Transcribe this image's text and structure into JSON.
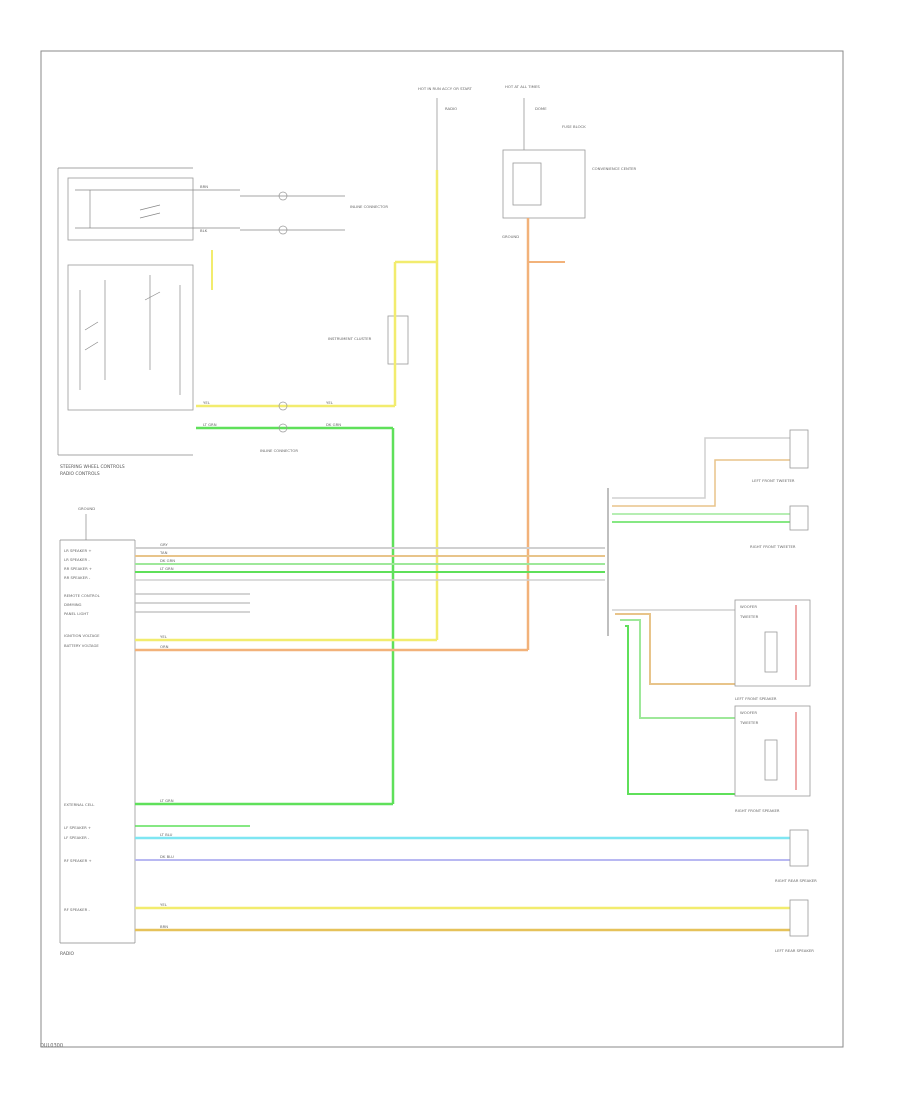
{
  "colors": {
    "yellow": "#f2ec6e",
    "yellow_dark": "#e6d84a",
    "green": "#5fe05a",
    "green_light": "#9ee89a",
    "orange": "#f2b27a",
    "tan": "#e8c48a",
    "gray": "#c8c8c8",
    "cyan": "#7fe6f2",
    "blue_light": "#b8b8f2",
    "frame": "#8a8a8a"
  },
  "labels": {
    "top_fuse_left": "HOT IN RUN ACCY OR START",
    "top_fuse_left_2": "RADIO",
    "top_fuse_right": "HOT AT ALL TIMES",
    "top_fuse_right_2": "DOME",
    "fuse_block": "FUSE BLOCK",
    "convenience_center": "CONVENIENCE CENTER",
    "steering_controls": "STEERING WHEEL CONTROLS",
    "radio_controls": "RADIO CONTROLS",
    "inline_connector": "INLINE CONNECTOR",
    "ground": "GROUND",
    "instrument_cluster": "INSTRUMENT CLUSTER",
    "radio": "RADIO",
    "lr_speaker_plus": "LR SPEAKER +",
    "lr_speaker_minus": "LR SPEAKER -",
    "rr_speaker_plus": "RR SPEAKER +",
    "rr_speaker_minus": "RR SPEAKER -",
    "remote_control": "REMOTE CONTROL",
    "dimming": "DIMMING",
    "panel_light": "PANEL LIGHT",
    "ignition_voltage": "IGNITION VOLTAGE",
    "battery_voltage": "BATTERY VOLTAGE",
    "ext_cell": "EXTERNAL CELL",
    "ground_2": "GROUND",
    "lf_speaker_plus": "LF SPEAKER +",
    "lf_speaker_minus": "LF SPEAKER -",
    "rf_speaker_plus": "RF SPEAKER +",
    "rf_speaker_minus": "RF SPEAKER -",
    "left_front_tweeter": "LEFT FRONT TWEETER",
    "right_front_tweeter": "RIGHT FRONT TWEETER",
    "left_front_speaker": "LEFT FRONT SPEAKER",
    "right_front_speaker": "RIGHT FRONT SPEAKER",
    "right_rear_speaker": "RIGHT REAR SPEAKER",
    "left_rear_speaker": "LEFT REAR SPEAKER",
    "woofer": "WOOFER",
    "tweeter": "TWEETER",
    "wire_yel": "YEL",
    "wire_ltgrn": "LT GRN",
    "wire_dkgrn": "DK GRN",
    "wire_orn": "ORN",
    "wire_tan": "TAN",
    "wire_gry": "GRY",
    "wire_ltblu": "LT BLU",
    "wire_dkblu": "DK BLU",
    "wire_brn": "BRN",
    "wire_blk": "BLK",
    "footer_code": "DUL0300"
  }
}
